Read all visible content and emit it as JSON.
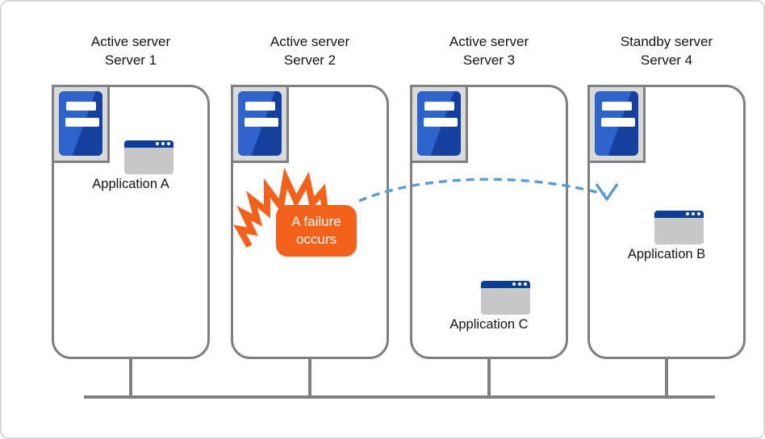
{
  "servers": [
    {
      "role": "Active server",
      "name": "Server 1",
      "app_label": "Application A"
    },
    {
      "role": "Active server",
      "name": "Server 2",
      "app_label": ""
    },
    {
      "role": "Active server",
      "name": "Server 3",
      "app_label": "Application C"
    },
    {
      "role": "Standby server",
      "name": "Server 4",
      "app_label": "Application B"
    }
  ],
  "failure": {
    "line1": "A failure",
    "line2": "occurs"
  },
  "icons": {
    "server": "server-tower-icon",
    "application": "app-window-icon",
    "failure_burst": "explosion-burst-icon",
    "failover_arrow": "dashed-failover-arrow",
    "network": "network-bus-line"
  },
  "colors": {
    "accent_orange": "#f4611a",
    "arrow_blue": "#5b9bd5",
    "server_blue_light": "#2e63ce",
    "server_blue_dark": "#16409f",
    "window_titlebar_blue": "#0a3e96",
    "window_body_gray": "#c7c7c7",
    "line_gray": "#808080",
    "icon_bg_gray": "#dadada"
  }
}
